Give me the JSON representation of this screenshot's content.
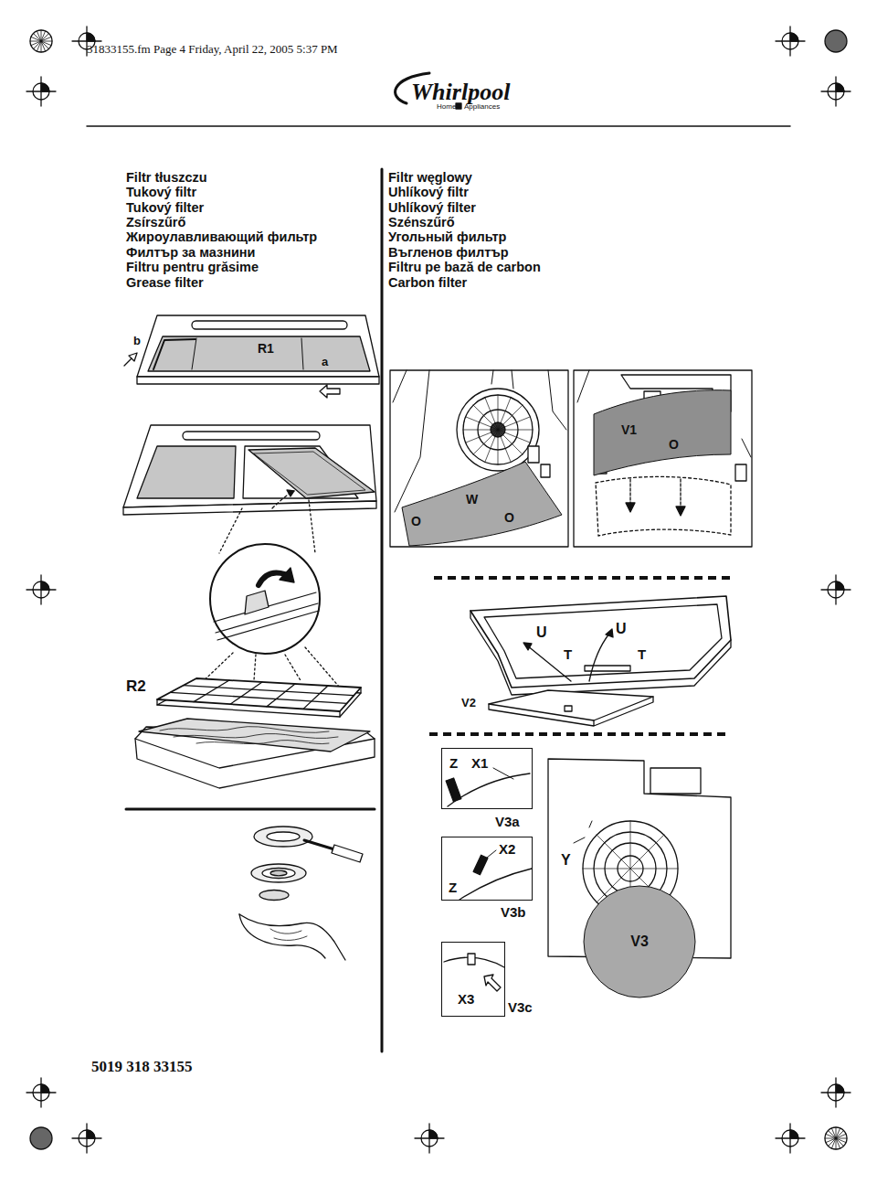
{
  "diagram": {
    "nodes": [
      {
        "text": [
          "O",
          "W",
          "O"
        ]
      },
      {
        "text": [
          "V1",
          "O"
        ]
      },
      {
        "text": [
          "Z",
          "X1"
        ]
      },
      {
        "text": [
          "X2",
          "Z"
        ]
      },
      {
        "text": [
          "X3"
        ]
      },
      {
        "text": [
          "V3"
        ]
      }
    ],
    "labels": [
      "31833155.fm Page 4 Friday, April 22, 2005 5:37 PM",
      "Whirlpool",
      "Home",
      "Appliances",
      "Filtr tłuszczu",
      "Tukový filtr",
      "Tukový filter",
      "Zsírszűrő",
      "Жироулавливающий фильтр",
      "Филтър за мазнини",
      "Filtru pentru grăsime",
      "Grease filter",
      "Filtr węglowy",
      "Uhlíkový filtr",
      "Uhlíkový filter",
      "Szénszűrő",
      "Угольный фильтр",
      "Въгленов филтър",
      "Filtru pe bază de carbon",
      "Carbon filter",
      "b",
      "R1",
      "a",
      "R2",
      "U",
      "U",
      "T",
      "T",
      "V2",
      "V3a",
      "V3b",
      "V3c",
      "Y",
      "5019 318 33155"
    ]
  }
}
